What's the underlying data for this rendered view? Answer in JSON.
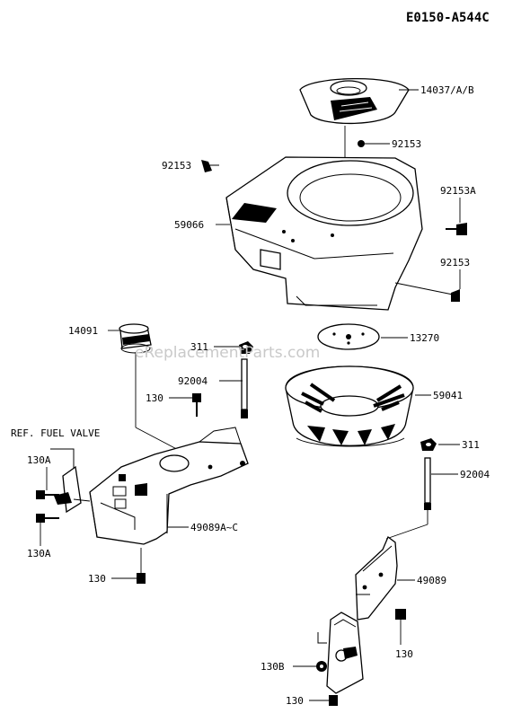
{
  "diagram_code": "E0150-A544C",
  "watermark": "eReplacementParts.com",
  "ref_label": "REF. FUEL VALVE",
  "callouts": [
    {
      "id": "c-14037",
      "label": "14037/A/B"
    },
    {
      "id": "c-92153-a",
      "label": "92153"
    },
    {
      "id": "c-92153-b",
      "label": "92153"
    },
    {
      "id": "c-59066",
      "label": "59066"
    },
    {
      "id": "c-92153a",
      "label": "92153A"
    },
    {
      "id": "c-92153-c",
      "label": "92153"
    },
    {
      "id": "c-14091",
      "label": "14091"
    },
    {
      "id": "c-311-a",
      "label": "311"
    },
    {
      "id": "c-13270",
      "label": "13270"
    },
    {
      "id": "c-92004-a",
      "label": "92004"
    },
    {
      "id": "c-130-a",
      "label": "130"
    },
    {
      "id": "c-59041",
      "label": "59041"
    },
    {
      "id": "c-311-b",
      "label": "311"
    },
    {
      "id": "c-130a-a",
      "label": "130A"
    },
    {
      "id": "c-92004-b",
      "label": "92004"
    },
    {
      "id": "c-49089-range",
      "label": "49089A~C"
    },
    {
      "id": "c-130a-b",
      "label": "130A"
    },
    {
      "id": "c-130-b",
      "label": "130"
    },
    {
      "id": "c-49089",
      "label": "49089"
    },
    {
      "id": "c-130-c",
      "label": "130"
    },
    {
      "id": "c-130b",
      "label": "130B"
    },
    {
      "id": "c-130-d",
      "label": "130"
    }
  ]
}
